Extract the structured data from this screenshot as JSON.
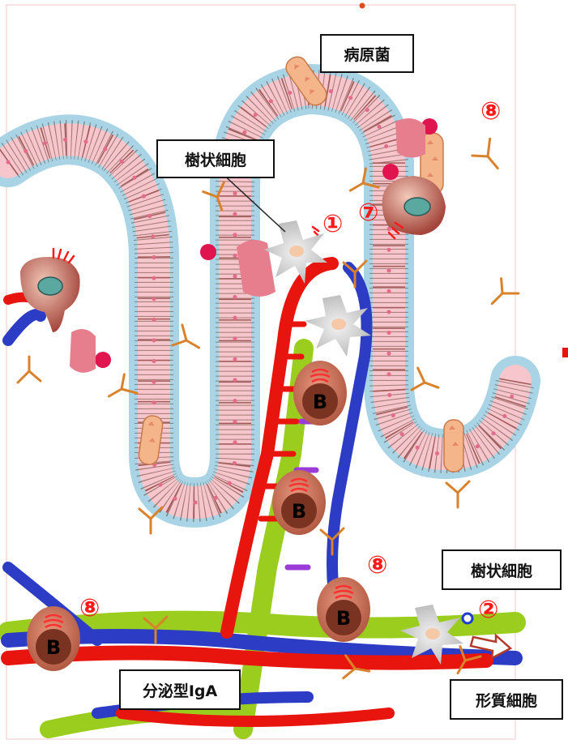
{
  "labels": {
    "pathogen": "病原菌",
    "dendritic_cell_top": "樹状細胞",
    "dendritic_cell_bottom": "樹状細胞",
    "secretory_iga": "分泌型IgA",
    "plasma_cell": "形質細胞"
  },
  "markers": {
    "one": "①",
    "two": "②",
    "seven": "⑦",
    "eight": "⑧"
  },
  "b_cell_letter": "B",
  "colors": {
    "blood_vessel_red": "#e8150f",
    "vessel_blue": "#2c3cc4",
    "lymph_green": "#9acd1e",
    "mucus_blue": "#a8d4e6",
    "epithelium_pink": "#f7c6cc",
    "marker_red": "#ff1a1a",
    "antibody_orange": "#d9822b",
    "b_cell_brown": "#c7705a"
  }
}
